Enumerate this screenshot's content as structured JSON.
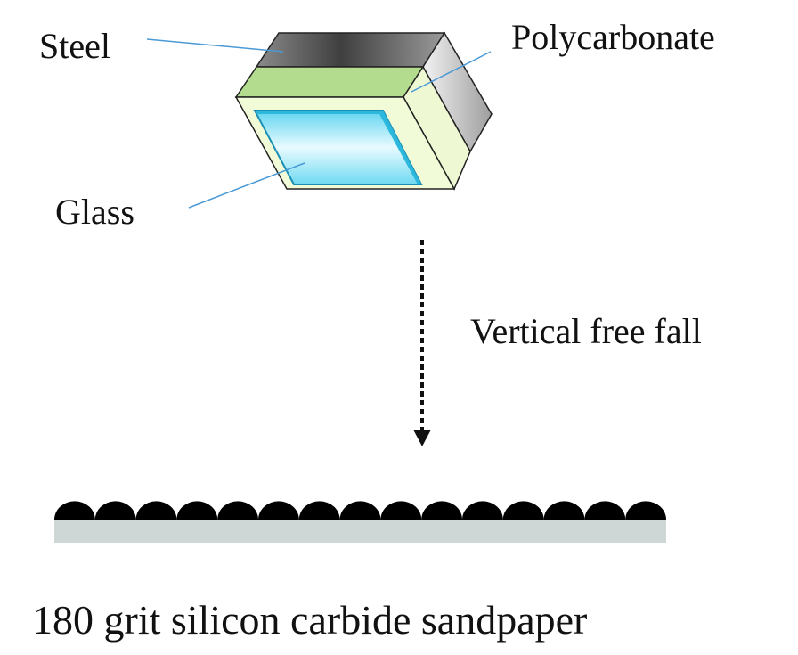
{
  "labels": {
    "steel": "Steel",
    "polycarbonate": "Polycarbonate",
    "glass": "Glass",
    "fall": "Vertical free fall",
    "sandpaper": "180 grit silicon carbide sandpaper"
  },
  "colors": {
    "steel_top": "#6e6e6e",
    "steel_side": "#c9c9c9",
    "polycarbonate_front": "#f2fbd8",
    "polycarbonate_top": "#b3dc8f",
    "polycarbonate_side": "#eef8d2",
    "glass": "#8fe4f6",
    "leader_line": "#4a9ad6",
    "sandpaper_base": "#cfd6d6",
    "grit": "#000000"
  },
  "sandpaper": {
    "grit_bumps": 15
  }
}
